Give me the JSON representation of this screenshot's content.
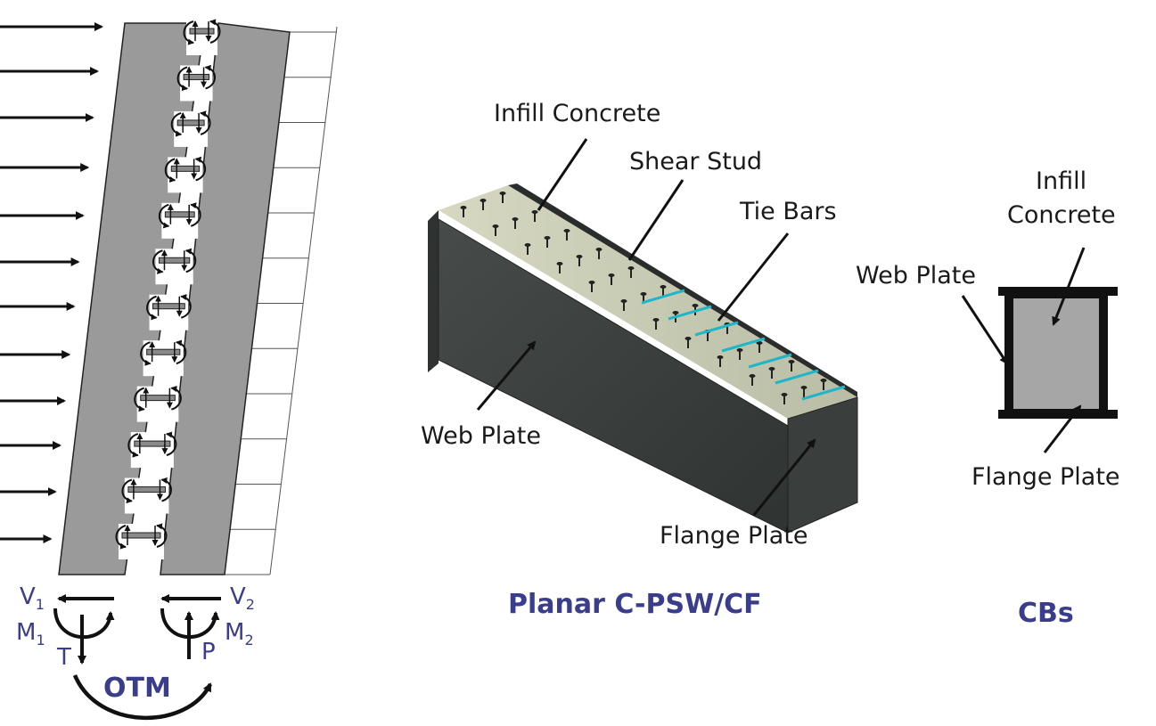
{
  "left_panel": {
    "reaction_labels": {
      "v1": "V",
      "v1_sub": "1",
      "m1": "M",
      "m1_sub": "1",
      "t": "T",
      "v2": "V",
      "v2_sub": "2",
      "m2": "M",
      "m2_sub": "2",
      "p": "P",
      "otm": "OTM"
    },
    "colors": {
      "wall": "#9a9a9a",
      "label_blue": "#3a3c8c",
      "outline": "#1a1a1a"
    }
  },
  "middle_panel": {
    "title": "Planar C-PSW/CF",
    "labels": {
      "infill_concrete": "Infill Concrete",
      "shear_stud": "Shear Stud",
      "tie_bars": "Tie Bars",
      "web_plate": "Web Plate",
      "flange_plate": "Flange Plate"
    },
    "colors": {
      "steel": "#3b3f3e",
      "concrete": "#c9ccb4",
      "tie_bar": "#1fb6c9"
    }
  },
  "right_panel": {
    "title": "CBs",
    "labels": {
      "infill_concrete_line1": "Infill",
      "infill_concrete_line2": "Concrete",
      "web_plate": "Web Plate",
      "flange_plate": "Flange Plate"
    },
    "colors": {
      "section_fill": "#a6a6a6",
      "plate": "#1a1a1a"
    }
  }
}
